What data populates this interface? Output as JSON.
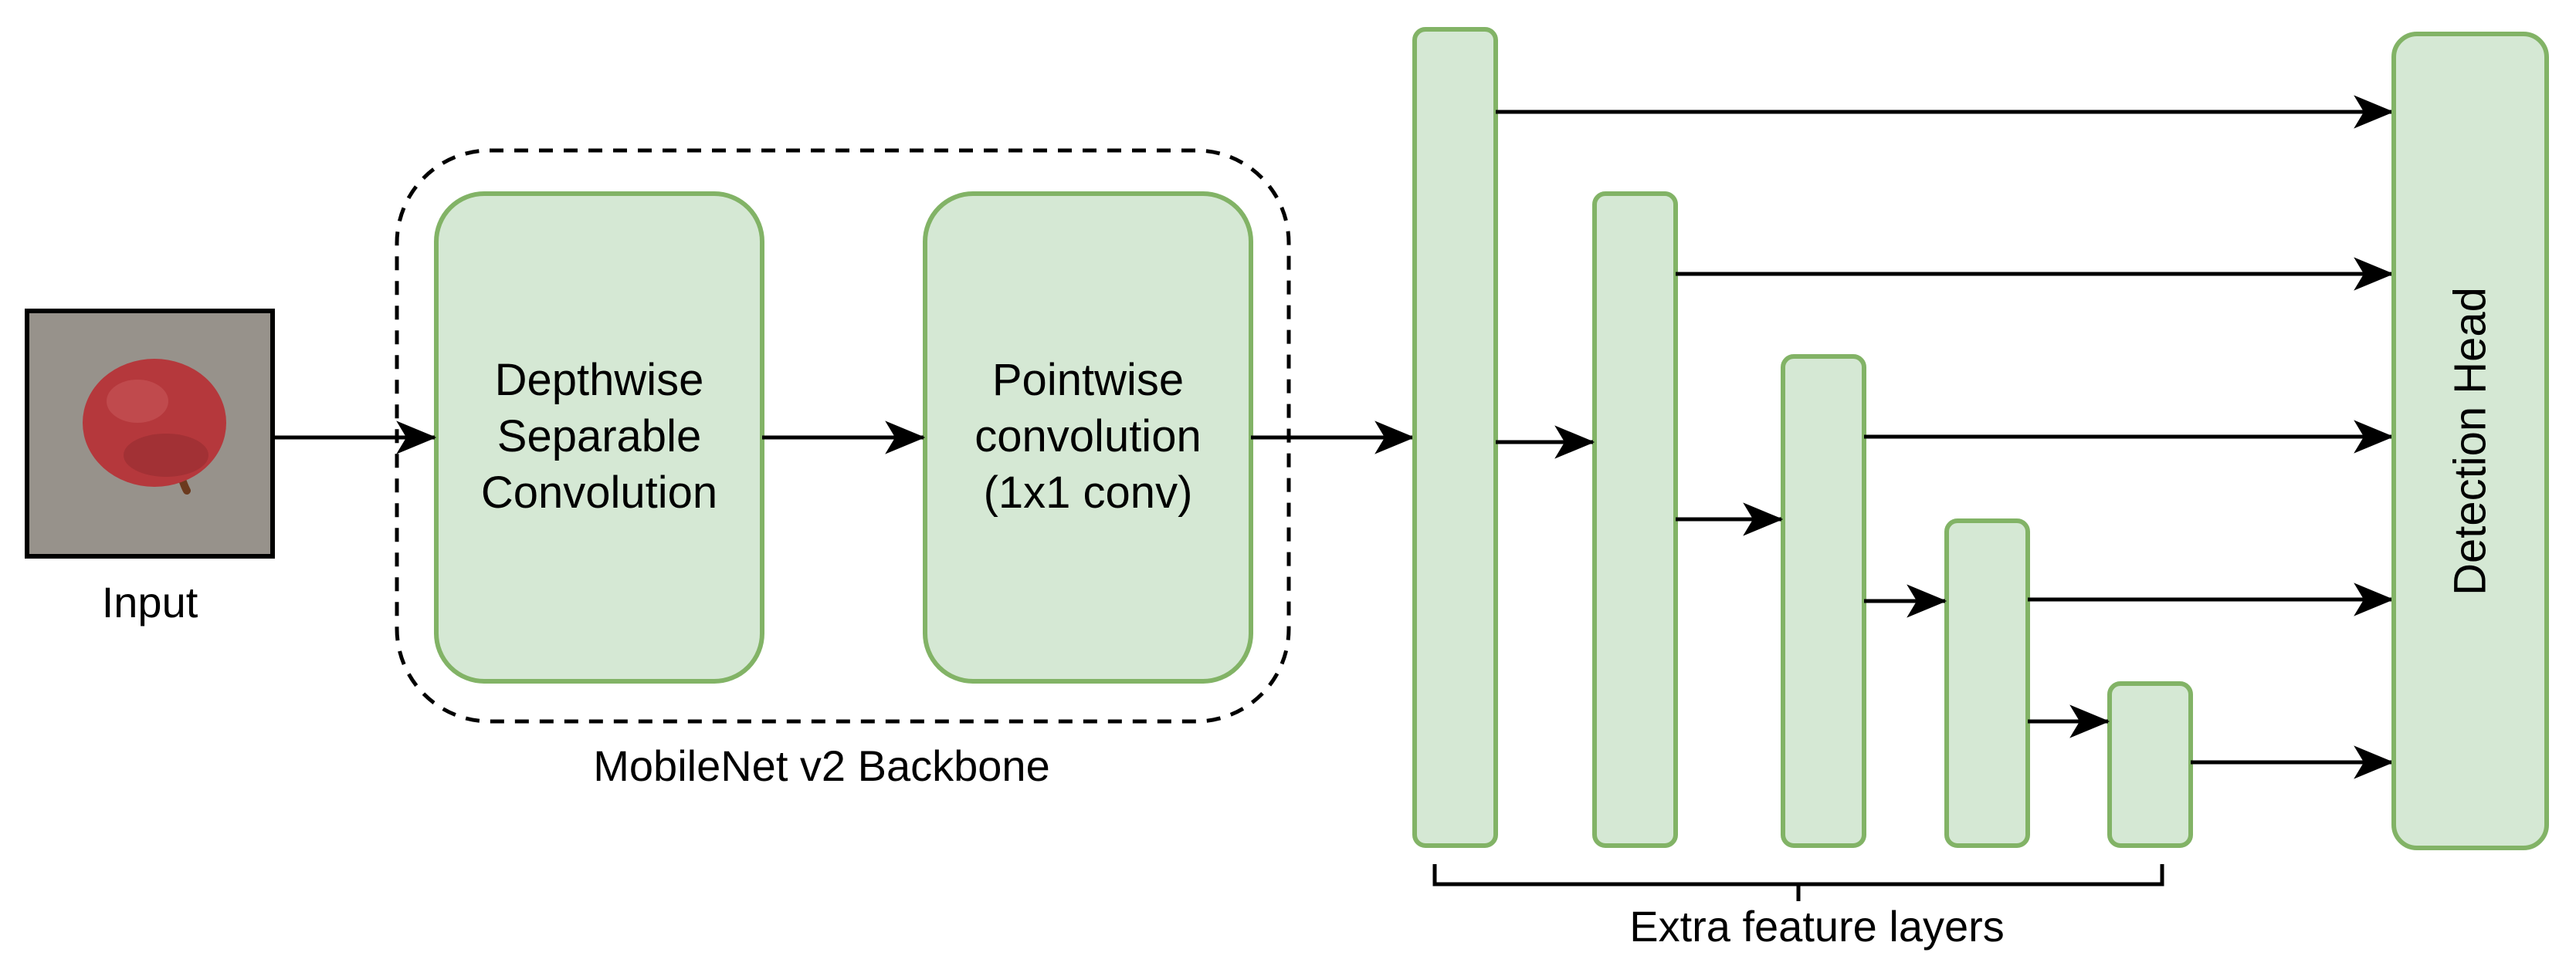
{
  "colors": {
    "block_fill": "#d5e8d4",
    "block_stroke": "#82b366",
    "line": "#000000",
    "apple": "#b5383c",
    "photo_bg": "#8f8b85"
  },
  "input": {
    "image": "apple-photo-icon",
    "label": "Input"
  },
  "backbone": {
    "label": "MobileNet v2 Backbone",
    "depthwise": {
      "line1": "Depthwise",
      "line2": "Separable",
      "line3": "Convolution"
    },
    "pointwise": {
      "line1": "Pointwise",
      "line2": "convolution",
      "line3": "(1x1 conv)"
    }
  },
  "feature_layers": {
    "label": "Extra feature layers",
    "count": 5
  },
  "head": {
    "label": "Detection Head"
  }
}
